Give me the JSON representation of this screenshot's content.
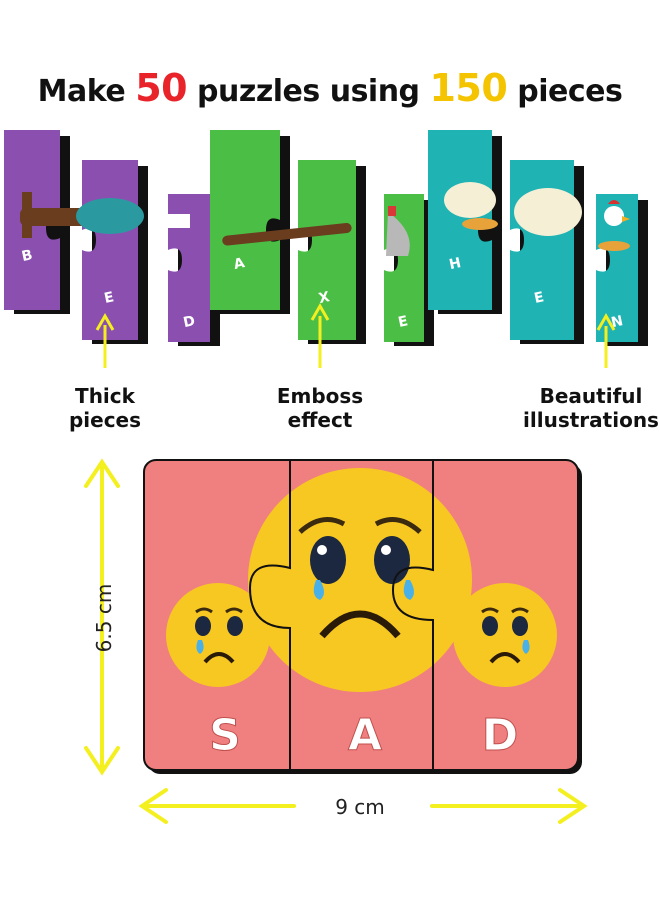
{
  "headline": {
    "part1": "Make ",
    "number1": "50",
    "part2": " puzzles using ",
    "number2": "150",
    "part3": " pieces"
  },
  "words": [
    {
      "word": "BED",
      "letters": [
        "B",
        "E",
        "D"
      ],
      "color": "#8b4fb0"
    },
    {
      "word": "AXE",
      "letters": [
        "A",
        "X",
        "E"
      ],
      "color": "#4bbf45"
    },
    {
      "word": "HEN",
      "letters": [
        "H",
        "E",
        "N"
      ],
      "color": "#20b3b3"
    }
  ],
  "features": [
    {
      "line1": "Thick",
      "line2": "pieces"
    },
    {
      "line1": "Emboss",
      "line2": "effect"
    },
    {
      "line1": "Beautiful",
      "line2": "illustrations"
    }
  ],
  "main_puzzle": {
    "letters": [
      "S",
      "A",
      "D"
    ],
    "background_color": "#f08080"
  },
  "dimensions": {
    "height": "6.5 cm",
    "width": "9 cm"
  },
  "colors": {
    "accent_red": "#e8242a",
    "accent_yellow": "#f5c400",
    "arrow_yellow": "#f4ef1e"
  }
}
